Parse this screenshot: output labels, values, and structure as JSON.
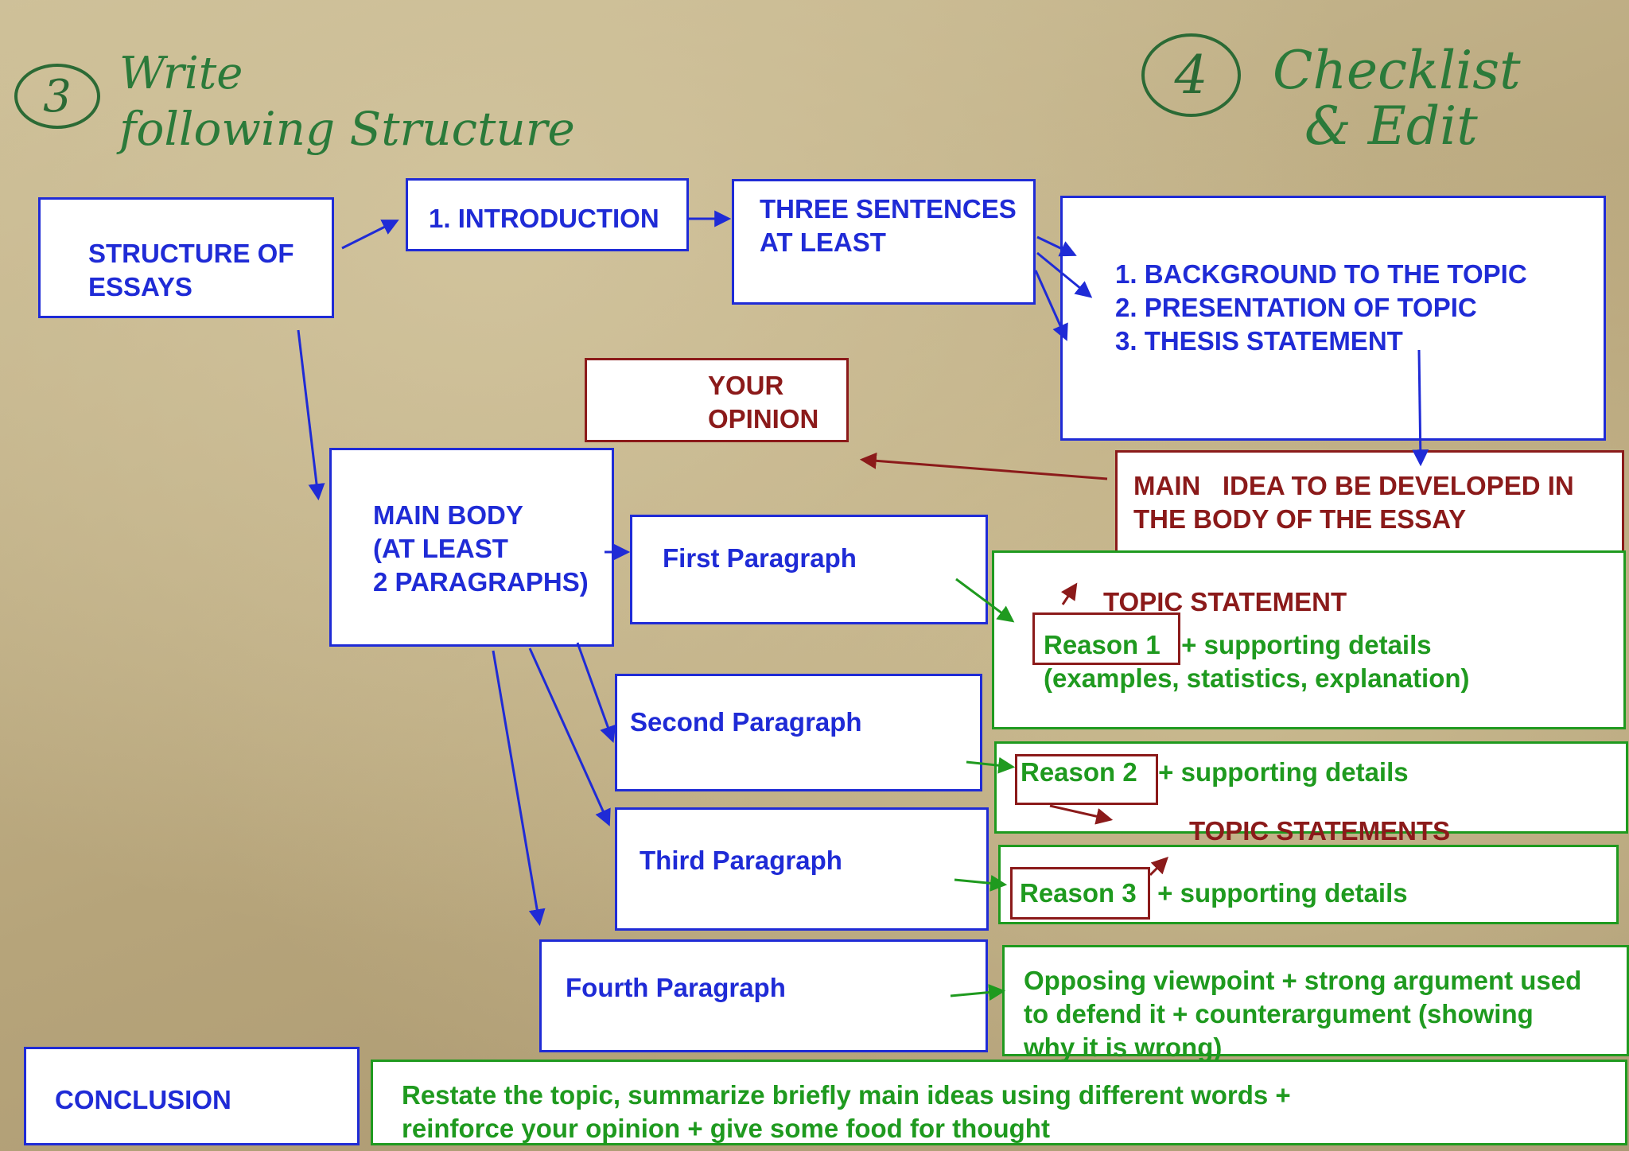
{
  "handwriting": {
    "step3_number": "3",
    "step3_line1": "Write",
    "step3_line2": "following Structure",
    "step4_number": "4",
    "step4_line1": "Checklist",
    "step4_line2": "& Edit"
  },
  "boxes": {
    "structure": [
      "STRUCTURE OF",
      "ESSAYS"
    ],
    "introduction": "1. INTRODUCTION",
    "three_sentences": [
      "THREE SENTENCES",
      "AT LEAST"
    ],
    "intro_points": [
      "1. BACKGROUND TO THE TOPIC",
      "2. PRESENTATION OF TOPIC",
      "3. THESIS STATEMENT"
    ],
    "your_opinion": [
      "YOUR",
      "OPINION"
    ],
    "main_idea": [
      "MAIN   IDEA TO BE DEVELOPED IN",
      "THE BODY OF THE ESSAY"
    ],
    "main_body": [
      "MAIN BODY",
      "(AT LEAST",
      "2 PARAGRAPHS)"
    ],
    "first_paragraph": "First Paragraph",
    "second_paragraph": "Second Paragraph",
    "third_paragraph": "Third Paragraph",
    "fourth_paragraph": "Fourth Paragraph",
    "topic_statement": "TOPIC STATEMENT",
    "reason1": [
      "Reason 1",
      " + supporting details",
      "(examples, statistics, explanation)"
    ],
    "reason2": [
      "Reason 2",
      " + supporting details"
    ],
    "topic_statements": "TOPIC STATEMENTS",
    "reason3": [
      "Reason 3",
      " + supporting details"
    ],
    "opposing": [
      "Opposing viewpoint + strong argument used",
      "to defend it + counterargument (showing",
      "why it is wrong)"
    ],
    "conclusion": "CONCLUSION",
    "conclusion_detail": [
      "Restate the topic, summarize briefly main ideas using different words +",
      "reinforce your opinion + give some food for thought"
    ]
  },
  "colors": {
    "blue": "#1f2bd6",
    "maroon": "#8b1a1a",
    "green": "#1f9a1f",
    "marker_green": "#2b7a3a"
  }
}
